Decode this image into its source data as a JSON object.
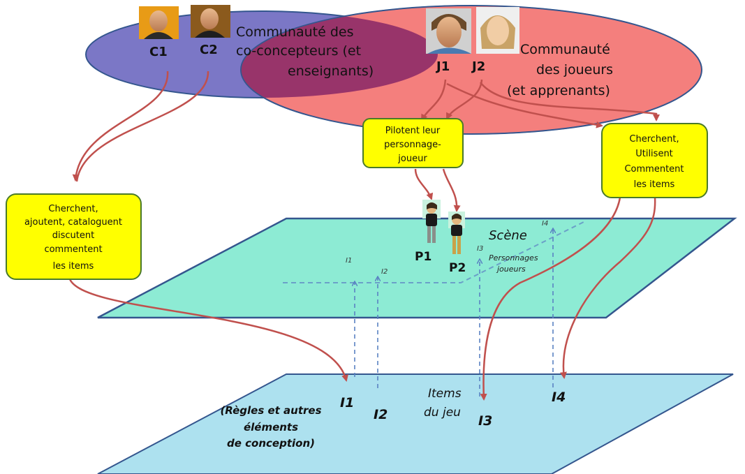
{
  "colors": {
    "designers_ellipse": "#7B77C6",
    "players_ellipse": "#F47F7D",
    "overlap": "#98346A",
    "scene_plane": "#8DEBD4",
    "items_plane": "#ADE1EF",
    "plane_stroke": "#34568E",
    "action_box_fill": "#FFFF00",
    "action_box_stroke": "#4A7A29",
    "arrow_red": "#C0504D",
    "dashed_blue": "#5A82C2"
  },
  "communities": {
    "designers": {
      "line1": "Communauté  des",
      "line2": "co-concepteurs (et",
      "line3": "enseignants)"
    },
    "players": {
      "line1": "Communauté",
      "line2": "des joueurs",
      "line3": "(et apprenants)"
    }
  },
  "people": {
    "c1": "C1",
    "c2": "C2",
    "j1": "J1",
    "j2": "J2"
  },
  "boxes": {
    "designers_actions": {
      "line1": "Cherchent,",
      "line2": "ajoutent, cataloguent",
      "line3": "discutent",
      "line4": "commentent",
      "line5": "les items"
    },
    "players_pilot": {
      "line1": "Pilotent leur",
      "line2": "personnage-",
      "line3": "joueur"
    },
    "players_items": {
      "line1": "Cherchent,",
      "line2": "Utilisent",
      "line3": "Commentent",
      "line4": "les items"
    }
  },
  "scene": {
    "title": "Scène",
    "characters_label_1": "Personnages",
    "characters_label_2": "joueurs",
    "p1": "P1",
    "p2": "P2",
    "markers": [
      "I1",
      "I2",
      "I3",
      "I4"
    ]
  },
  "items_plane": {
    "label_line1": "Items",
    "label_line2": "du jeu",
    "rules_line1": "(Règles et autres",
    "rules_line2": "éléments",
    "rules_line3": "de conception)",
    "items": [
      "I1",
      "I2",
      "I3",
      "I4"
    ]
  }
}
